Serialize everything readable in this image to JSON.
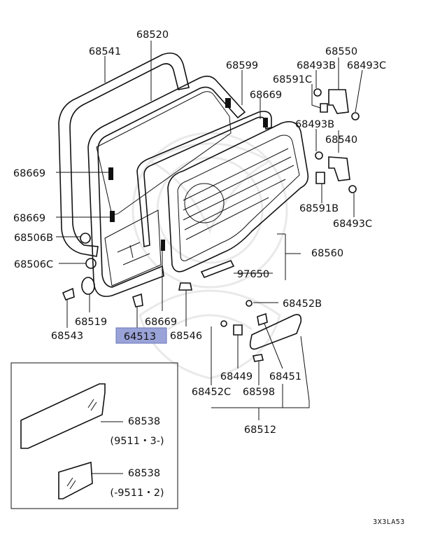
{
  "diagram": {
    "code": "3X3LA53",
    "highlight_color": "#9aa3d8",
    "labels": {
      "p68520": "68520",
      "p68541": "68541",
      "p68599": "68599",
      "p68550": "68550",
      "p68493B_top": "68493B",
      "p68493C_top": "68493C",
      "p68591C": "68591C",
      "p68669_a": "68669",
      "p68669_b": "68669",
      "p68669_c": "68669",
      "p68669_d": "68669",
      "p68493B_mid": "68493B",
      "p68540": "68540",
      "p68591B": "68591B",
      "p68493C_bot": "68493C",
      "p68506B": "68506B",
      "p68506C": "68506C",
      "p68560": "68560",
      "p97650": "97650",
      "p68452B": "68452B",
      "p68519": "68519",
      "p68543": "68543",
      "p64513": "64513",
      "p68546": "68546",
      "p68449": "68449",
      "p68451": "68451",
      "p68452C": "68452C",
      "p68598": "68598",
      "p68512": "68512",
      "p68538_a": "68538",
      "p68538_a_note": "(9511・3-)",
      "p68538_b": "68538",
      "p68538_b_note": "(-9511・2)"
    }
  }
}
